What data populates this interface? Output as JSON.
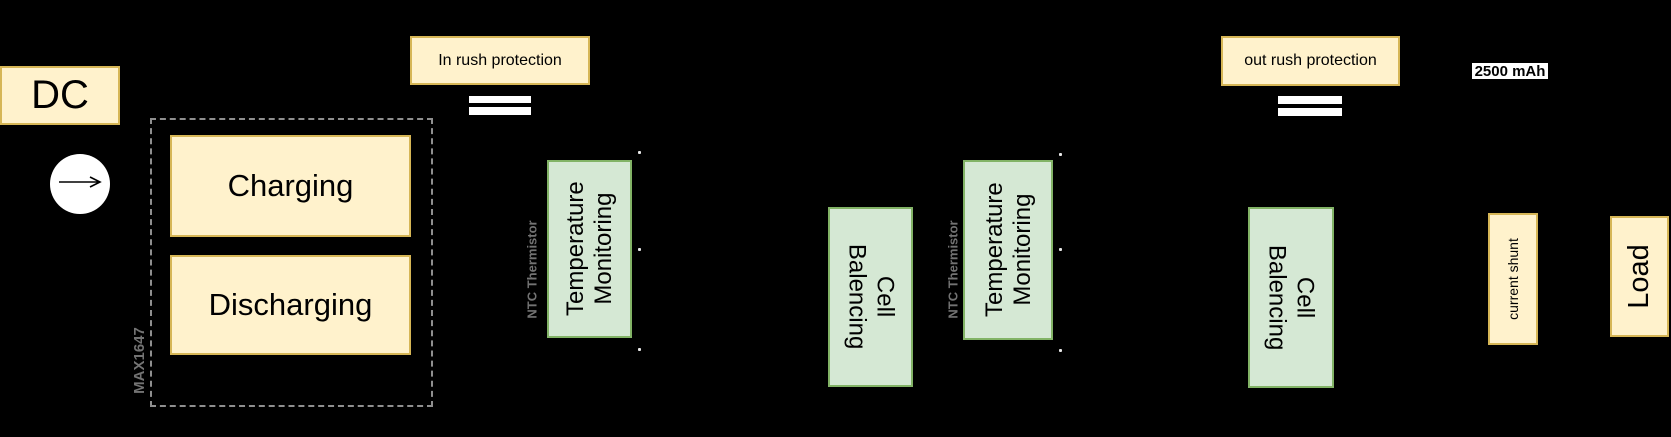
{
  "diagram": {
    "background": "#000000",
    "palette": {
      "node_yellow_fill": "#FFF2CC",
      "node_yellow_stroke": "#D6B656",
      "node_green_fill": "#D5E8D4",
      "node_green_stroke": "#82B366",
      "muted_label_gray": "#737373",
      "dashed_group_stroke": "#8F8F8F",
      "symbol_white": "#FFFFFF",
      "text_black": "#000000"
    },
    "icons": {
      "flow_indicator": "right-arrow-icon"
    },
    "nodes": {
      "dc_source": {
        "label": "DC"
      },
      "charger_group": {
        "chip_label": "MAX1647"
      },
      "charging": {
        "label": "Charging"
      },
      "discharging": {
        "label": "Discharging"
      },
      "in_rush_protection": {
        "label": "In rush protection"
      },
      "out_rush_protection": {
        "label": "out rush protection"
      },
      "temperature_monitoring_1": {
        "label": "Temperature\nMonitoring",
        "sensor_label": "NTC Thermistor"
      },
      "temperature_monitoring_2": {
        "label": "Temperature\nMonitoring",
        "sensor_label": "NTC Thermistor"
      },
      "cell_balancing_1": {
        "label": "Cell\nBalencing"
      },
      "cell_balancing_2": {
        "label": "Cell\nBalencing"
      },
      "battery_capacity": {
        "label": "2500 mAh"
      },
      "current_shunt": {
        "label": "current shunt"
      },
      "load": {
        "label": "Load"
      }
    }
  }
}
